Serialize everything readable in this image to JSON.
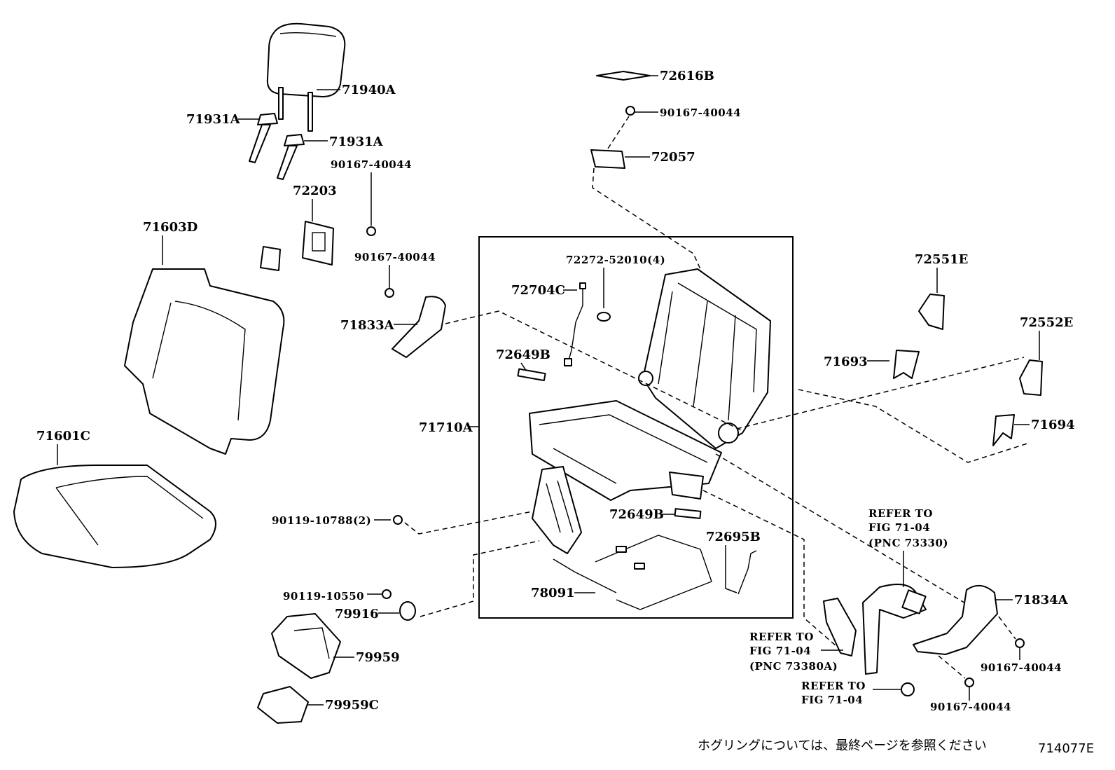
{
  "labels": {
    "p71940A": "71940A",
    "p71931A_1": "71931A",
    "p71931A_2": "71931A",
    "p90167_40044_1": "90167-40044",
    "p72203": "72203",
    "p71603D": "71603D",
    "p90167_40044_2": "90167-40044",
    "p71833A": "71833A",
    "p71601C": "71601C",
    "p72616B": "72616B",
    "p90167_40044_3": "90167-40044",
    "p72057": "72057",
    "p72272_52010": "72272-52010(4)",
    "p72704C": "72704C",
    "p72649B_1": "72649B",
    "p71710A": "71710A",
    "p72649B_2": "72649B",
    "p72695B": "72695B",
    "p78091": "78091",
    "p90119_10788": "90119-10788(2)",
    "p90119_10550": "90119-10550",
    "p79916": "79916",
    "p79959": "79959",
    "p79959C": "79959C",
    "p72551E": "72551E",
    "p72552E": "72552E",
    "p71693": "71693",
    "p71694": "71694",
    "p71834A": "71834A",
    "p90167_40044_4": "90167-40044",
    "p90167_40044_5": "90167-40044"
  },
  "refers": {
    "r1_l1": "REFER TO",
    "r1_l2": "FIG 71-04",
    "r1_l3": "(PNC 73330)",
    "r2_l1": "REFER TO",
    "r2_l2": "FIG 71-04",
    "r2_l3": "(PNC 73380A)",
    "r3_l1": "REFER TO",
    "r3_l2": "FIG 71-04"
  },
  "footer": {
    "note": "ホグリングについては、最終ページを参照ください",
    "code": "714077E"
  }
}
